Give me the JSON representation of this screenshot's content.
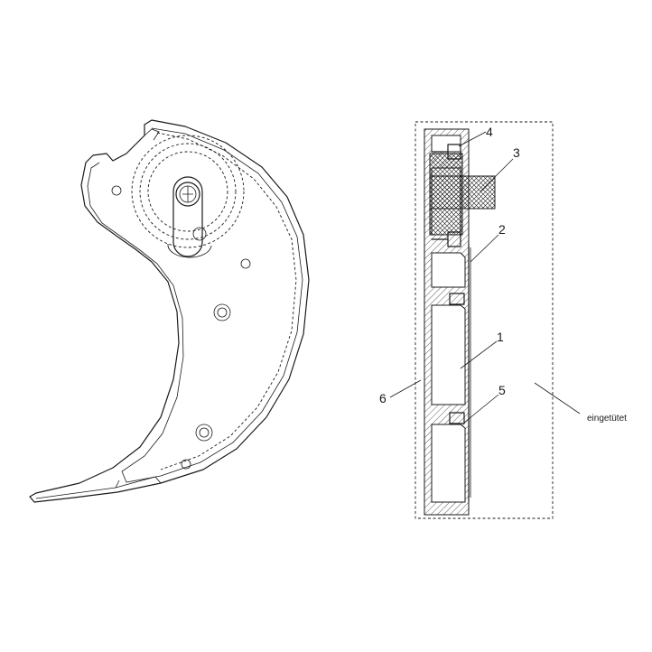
{
  "callouts": [
    {
      "id": "1",
      "text": "1"
    },
    {
      "id": "2",
      "text": "2"
    },
    {
      "id": "3",
      "text": "3"
    },
    {
      "id": "4",
      "text": "4"
    },
    {
      "id": "5",
      "text": "5"
    },
    {
      "id": "6",
      "text": "6"
    }
  ],
  "note": "eingetütet"
}
